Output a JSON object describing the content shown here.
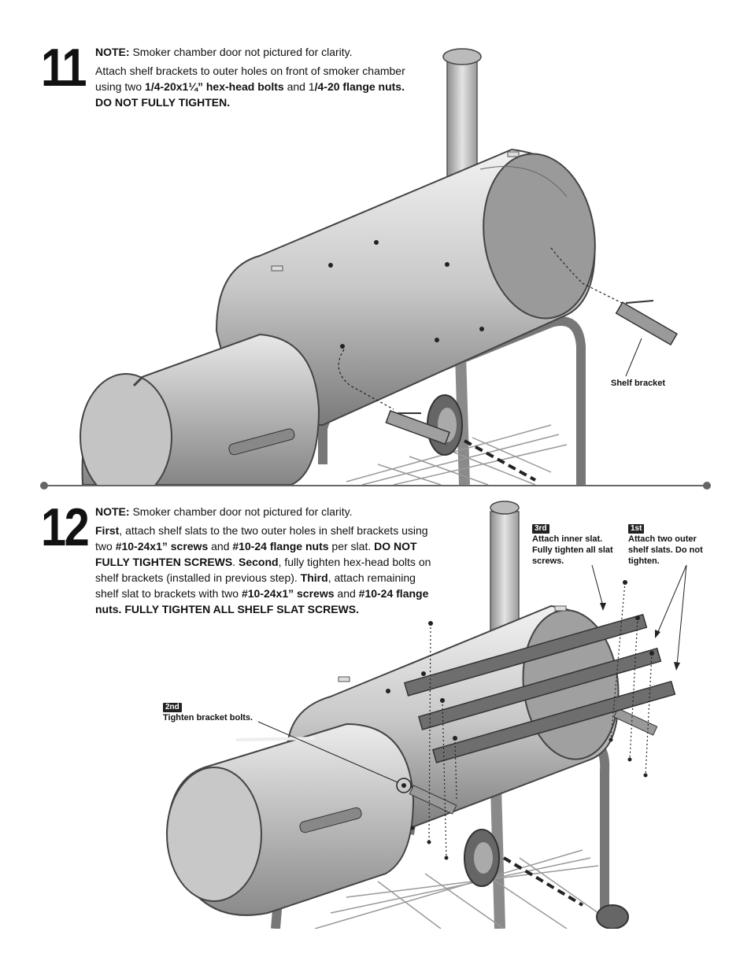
{
  "step11": {
    "number": "11",
    "note_label": "NOTE:",
    "note_text": " Smoker chamber door not pictured for clarity.",
    "line1_a": "Attach shelf brackets to outer holes on front of smoker chamber using two ",
    "line1_b": "1/4-20x1¼” hex-head bolts",
    "line1_c": " and 1",
    "line1_d": "/4-20 flange nuts.",
    "line2": "DO NOT FULLY TIGHTEN.",
    "callout_shelf_bracket": "Shelf bracket"
  },
  "step12": {
    "number": "12",
    "note_label": "NOTE:",
    "note_text": " Smoker chamber door not pictured for clarity.",
    "t1": "First",
    "t2": ", attach shelf slats to the two outer holes in shelf brackets using two ",
    "t3": "#10-24x1” screws",
    "t4": " and ",
    "t5": "#10-24 flange nuts",
    "t6": " per slat. ",
    "t7": "DO NOT FULLY TIGHTEN SCREWS",
    "t8": ". ",
    "t9": "Second",
    "t10": ", fully tighten hex-head bolts on shelf brackets (installed in previous step). ",
    "t11": "Third",
    "t12": ", attach remaining shelf slat to brackets with two ",
    "t13": "#10-24x1” screws",
    "t14": " and ",
    "t15": "#10-24 flange nuts. FULLY TIGHTEN ALL SHELF SLAT SCREWS.",
    "callout_3rd_badge": "3rd",
    "callout_3rd_text": "Attach inner slat. Fully tighten all slat screws.",
    "callout_1st_badge": "1st",
    "callout_1st_text": "Attach two outer shelf slats. Do not tighten.",
    "callout_2nd_badge": "2nd",
    "callout_2nd_text": "Tighten bracket bolts."
  },
  "colors": {
    "text": "#111111",
    "metal_light": "#e6e6e6",
    "metal_mid": "#a8a8a8",
    "metal_dark": "#5a5a5a",
    "slat": "#6e6e6e"
  }
}
